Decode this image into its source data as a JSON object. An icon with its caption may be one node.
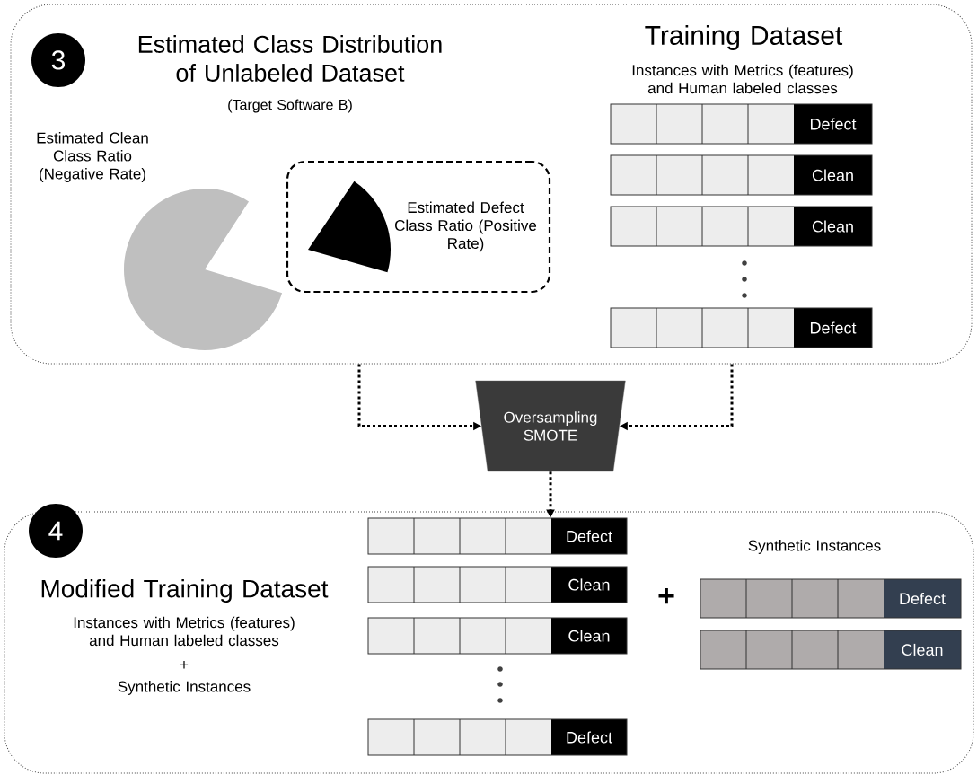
{
  "diagram": {
    "nodes": [
      {
        "text": [],
        "shape": "box"
      },
      {
        "text": [
          "3"
        ],
        "in": 0
      },
      {
        "text": [],
        "shape": "circle",
        "beside": [
          "Estimated Clean Class Ratio (Negative Rate)"
        ],
        "in": 0
      },
      {
        "text": [
          "Estimated Defect Class Ratio (Positive Rate)"
        ],
        "in": 0
      },
      {
        "text": [
          "Defect"
        ],
        "in": 0
      },
      {
        "text": [
          "Clean"
        ],
        "in": 0
      },
      {
        "text": [
          "Clean"
        ],
        "in": 0
      },
      {
        "text": [
          "Defect"
        ],
        "in": 0
      },
      {
        "text": [
          "Oversampling SMOTE"
        ]
      },
      {
        "text": [],
        "shape": "box"
      },
      {
        "text": [
          "4"
        ],
        "in": 9
      },
      {
        "text": [
          "Defect"
        ],
        "in": 9
      },
      {
        "text": [
          "Clean"
        ],
        "in": 9
      },
      {
        "text": [
          "Clean"
        ],
        "in": 9
      },
      {
        "text": [
          "Defect"
        ],
        "in": 9
      },
      {
        "text": [
          "Defect"
        ],
        "in": 9
      },
      {
        "text": [
          "Clean"
        ],
        "in": 9
      }
    ],
    "edges": [
      {
        "from": 0,
        "to": 8,
        "arrow": "to"
      },
      {
        "from": 0,
        "to": 8,
        "arrow": "to"
      },
      {
        "from": 8,
        "to": 11,
        "arrow": "to"
      }
    ],
    "labels": [
      "Estimated Class Distribution of Unlabeled Dataset",
      "(Target Software B)",
      "Training Dataset",
      "Instances with Metrics (features) and Human labeled classes",
      "Modified Training Dataset",
      "Instances with Metrics (features) and Human labeled classes",
      "+",
      "Synthetic Instances",
      "+",
      "Synthetic Instances"
    ]
  }
}
